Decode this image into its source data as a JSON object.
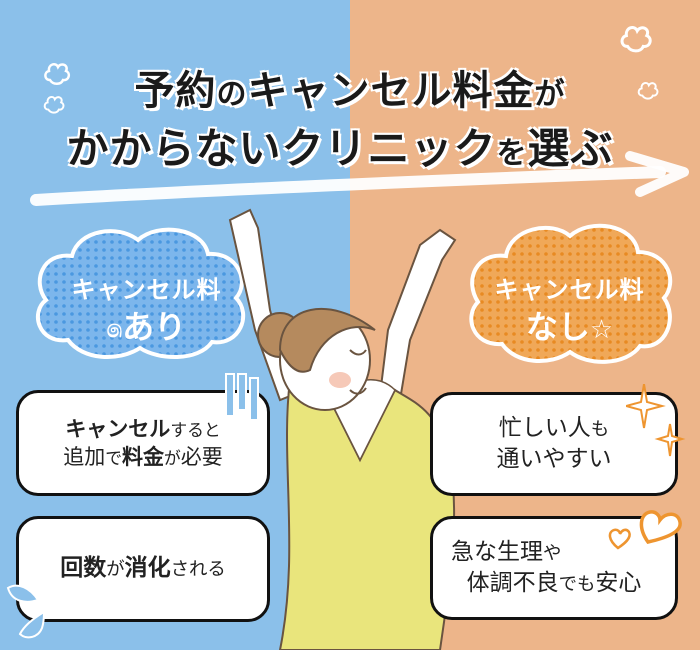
{
  "colors": {
    "left_bg": "#8BC0EA",
    "right_bg": "#EDB58A",
    "left_accent": "#4A98E0",
    "right_accent": "#EE9530",
    "text": "#1a1a1a"
  },
  "title": {
    "line1": {
      "part1": "予約",
      "part2": "の",
      "part3": "キャンセル料金",
      "part4": "が"
    },
    "line2": {
      "part1": "かからないクリニック",
      "part2": "を",
      "part3": "選ぶ"
    }
  },
  "left": {
    "bubble": {
      "line1": "キャンセル料",
      "line2": "あり",
      "icon": "swirl-icon"
    },
    "cards": [
      {
        "line1": {
          "a": "キャンセル",
          "b": "すると"
        },
        "line2": {
          "a": "追加",
          "b": "で",
          "c": "料金",
          "d": "が",
          "e": "必要"
        },
        "icon": "shock-lines-icon"
      },
      {
        "line1": {
          "a": "回数",
          "b": "が",
          "c": "消化",
          "d": "される"
        },
        "icon": "sweat-drop-icon"
      }
    ]
  },
  "right": {
    "bubble": {
      "line1": "キャンセル料",
      "line2": "なし",
      "icon": "star-icon"
    },
    "cards": [
      {
        "line1": {
          "a": "忙しい人",
          "b": "も"
        },
        "line2": {
          "a": "通いやすい"
        },
        "icon": "sparkle-icon"
      },
      {
        "line1": {
          "a": "急な生理",
          "b": "や"
        },
        "line2": {
          "a": "体調不良",
          "b": "でも",
          "c": "安心"
        },
        "icon": "heart-icon"
      }
    ]
  }
}
